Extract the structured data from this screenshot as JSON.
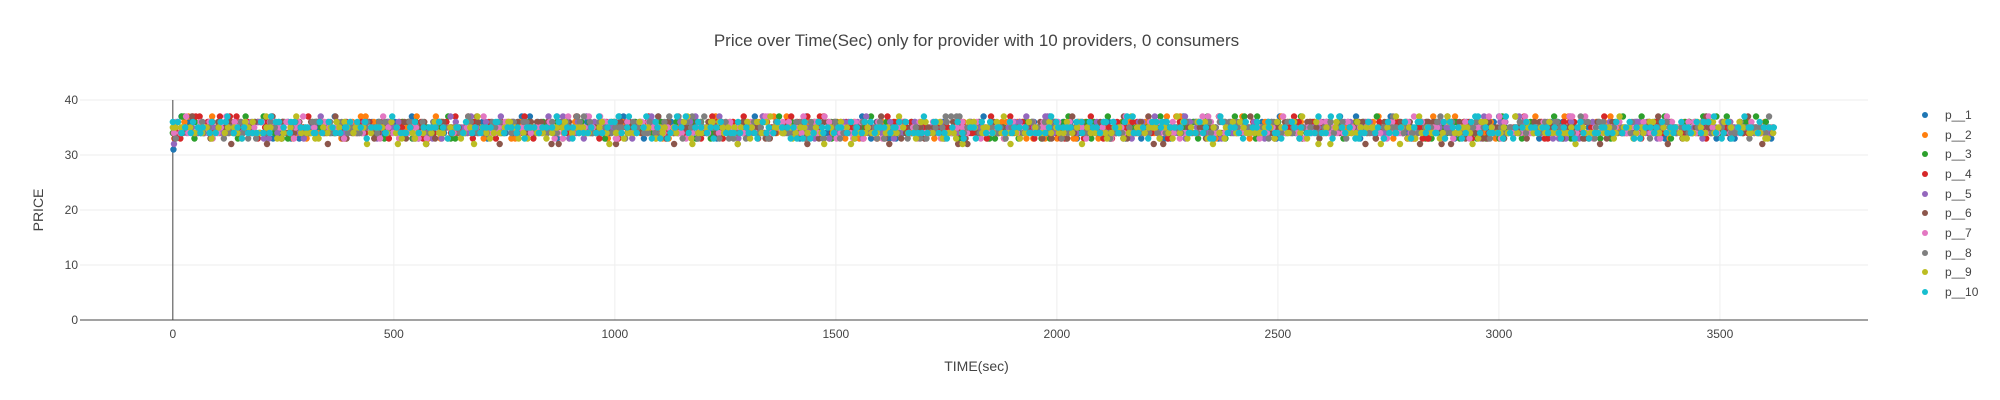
{
  "chart_data": {
    "type": "scatter",
    "title": "Price over Time(Sec) only for provider with 10 providers, 0 consumers",
    "xlabel": "TIME(sec)",
    "ylabel": "PRICE",
    "xlim": [
      -210,
      3835
    ],
    "ylim": [
      0,
      40
    ],
    "x_ticks": [
      0,
      500,
      1000,
      1500,
      2000,
      2500,
      3000,
      3500
    ],
    "y_ticks": [
      0,
      10,
      20,
      30,
      40
    ],
    "grid": true,
    "legend_position": "right",
    "x_range_of_points": [
      0,
      3620
    ],
    "series": [
      {
        "name": "p__1",
        "color": "#1f77b4",
        "first_value": 31,
        "typical_values": [
          33,
          34,
          35,
          36,
          37
        ]
      },
      {
        "name": "p__2",
        "color": "#ff7f0e",
        "first_value": 33,
        "typical_values": [
          33,
          34,
          35,
          36,
          37
        ]
      },
      {
        "name": "p__3",
        "color": "#2ca02c",
        "first_value": 34,
        "typical_values": [
          33,
          34,
          35,
          36,
          37
        ]
      },
      {
        "name": "p__4",
        "color": "#d62728",
        "first_value": 33,
        "typical_values": [
          33,
          34,
          35,
          36,
          37
        ]
      },
      {
        "name": "p__5",
        "color": "#9467bd",
        "first_value": 32,
        "typical_values": [
          33,
          34,
          35,
          36,
          37
        ]
      },
      {
        "name": "p__6",
        "color": "#8c564b",
        "first_value": 34,
        "typical_values": [
          32,
          33,
          34,
          35,
          36,
          37
        ]
      },
      {
        "name": "p__7",
        "color": "#e377c2",
        "first_value": 34,
        "typical_values": [
          33,
          34,
          35,
          36,
          37
        ]
      },
      {
        "name": "p__8",
        "color": "#7f7f7f",
        "first_value": 35,
        "typical_values": [
          33,
          34,
          35,
          36,
          37
        ]
      },
      {
        "name": "p__9",
        "color": "#bcbd22",
        "first_value": 35,
        "typical_values": [
          32,
          33,
          34,
          35,
          36,
          37
        ]
      },
      {
        "name": "p__10",
        "color": "#17becf",
        "first_value": 36,
        "typical_values": [
          33,
          34,
          35,
          36,
          37
        ]
      }
    ]
  }
}
